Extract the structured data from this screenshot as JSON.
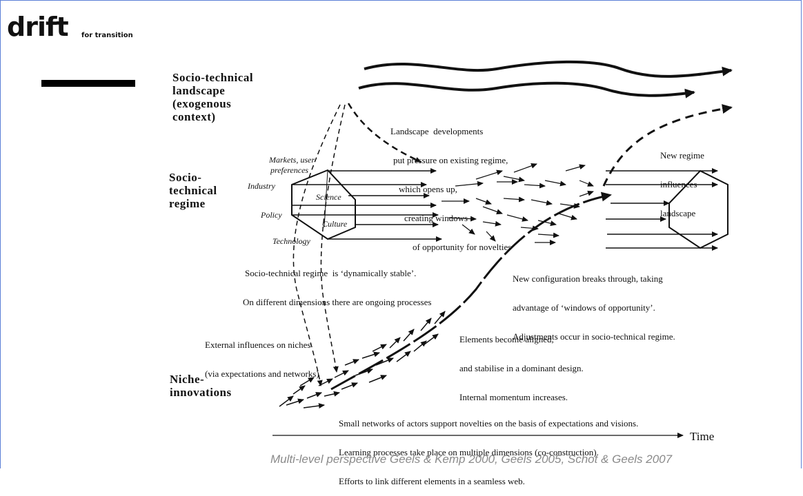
{
  "logo": {
    "brand": "drift",
    "tagline": "for transition"
  },
  "levels": {
    "landscape": [
      "Socio-technical",
      "landscape",
      "(exogenous",
      "context)"
    ],
    "regime": [
      "Socio-",
      "technical",
      "regime"
    ],
    "niche": [
      "Niche-",
      "innovations"
    ]
  },
  "regime_dimensions": [
    "Markets, user",
    "preferences",
    "Industry",
    "Science",
    "Policy",
    "Culture",
    "Technology"
  ],
  "annotations": {
    "landscape_dev": [
      "Landscape  developments",
      "put pressure on existing regime,",
      "which opens up,",
      "creating windows",
      "of opportunity for novelties"
    ],
    "new_regime": [
      "New regime",
      "influences",
      "landscape"
    ],
    "stable": [
      "Socio-technical regime  is ‘dynamically stable’.",
      "On different dimensions there are ongoing processes"
    ],
    "breakthrough": [
      "New configuration breaks through, taking",
      "advantage of ‘windows of opportunity’.",
      "Adjustments occur in socio-technical regime."
    ],
    "external": [
      "External influences on niches",
      "(via expectations and networks)"
    ],
    "aligned": [
      "Elements become aligned,",
      "and stabilise in a dominant design.",
      "Internal momentum increases."
    ],
    "small_networks": [
      "Small networks of actors support novelties on the basis of expectations and visions.",
      "Learning processes take place on multiple dimensions (co-construction).",
      "Efforts to link different elements in a seamless web."
    ]
  },
  "axis_label": "Time",
  "caption": "Multi-level perspective Geels & Kemp 2000, Geels 2005, Schot & Geels 2007",
  "colors": {
    "frame": "#5b7fd6",
    "caption": "#8a8a8a",
    "ink": "#111111"
  }
}
